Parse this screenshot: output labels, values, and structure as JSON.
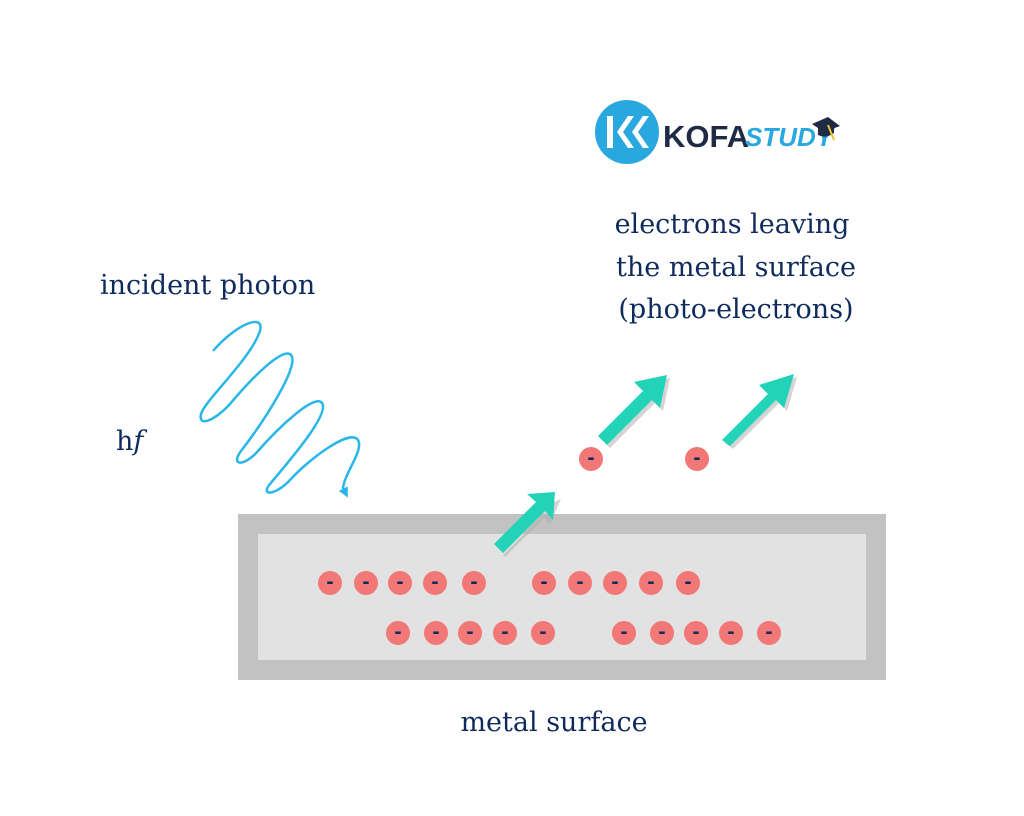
{
  "logo": {
    "text_a": "KOFA",
    "text_b": "STUDY",
    "colors": {
      "circle": "#29a8e0",
      "dark": "#1f2a44",
      "accent": "#29a8e0"
    }
  },
  "labels": {
    "incident": "incident photon",
    "energy_h": "h",
    "energy_f": "f",
    "electrons_line1": "electrons leaving",
    "electrons_line2": "the metal surface",
    "electrons_line3": "(photo-electrons)",
    "metal": "metal surface"
  },
  "electron_symbol": "-",
  "colors": {
    "text": "#0f2a5c",
    "photon_wave": "#29b6e8",
    "arrow": "#22d3b8",
    "electron": "#f27777",
    "metal_outer": "#c2c2c2",
    "metal_inner": "#e2e2e2"
  },
  "counts": {
    "surface_electrons_row1": 10,
    "surface_electrons_row2": 10,
    "emitted_electrons": 2
  }
}
